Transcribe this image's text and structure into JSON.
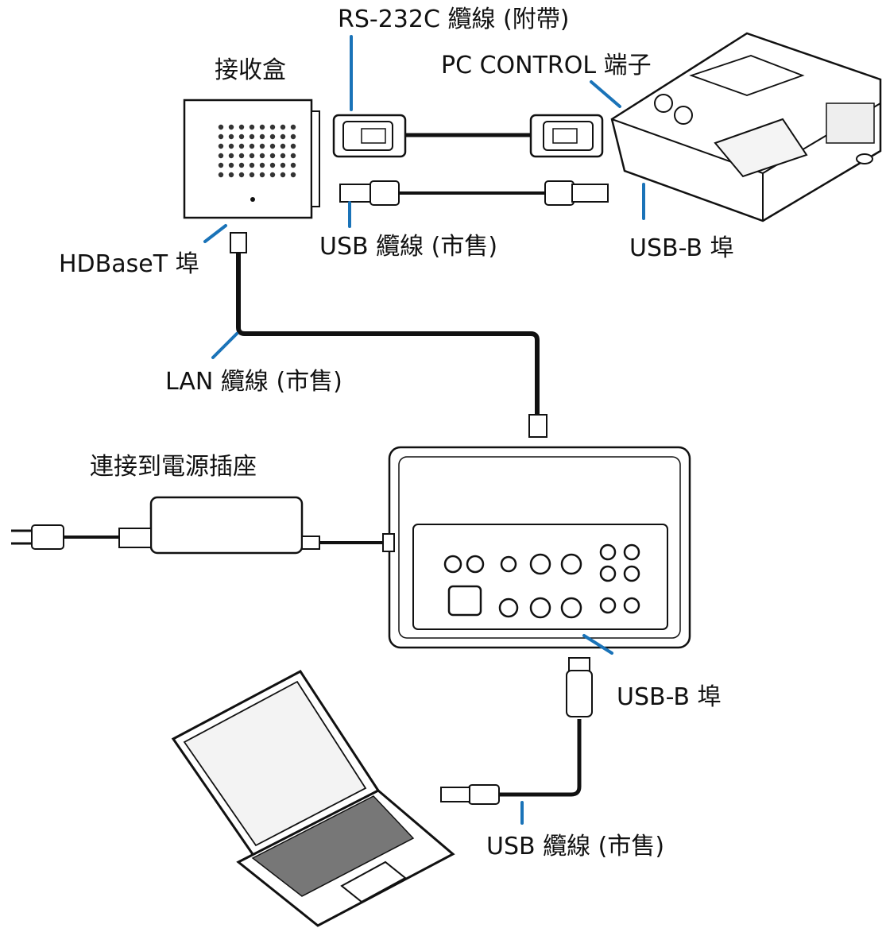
{
  "labels": {
    "rs232c_cable": "RS-232C 纜線 (附帶)",
    "pc_control_port": "PC CONTROL 端子",
    "receiver_box": "接收盒",
    "hdbaset_port": "HDBaseT 埠",
    "usb_cable_top": "USB 纜線 (市售)",
    "usb_b_port_projector": "USB-B 埠",
    "lan_cable": "LAN 纜線 (市售)",
    "power_outlet": "連接到電源插座",
    "usb_b_port_transmitter": "USB-B 埠",
    "usb_cable_bottom": "USB 纜線 (市售)"
  },
  "colors": {
    "callout": "#1a73b8",
    "line": "#111111",
    "device_fill": "#ffffff",
    "device_shade": "#e6e6e6"
  },
  "icons": {
    "receiver": "receiver-box-icon",
    "projector": "projector-icon",
    "transmitter": "transmitter-icon",
    "laptop": "laptop-icon",
    "power_adapter": "power-adapter-icon"
  }
}
